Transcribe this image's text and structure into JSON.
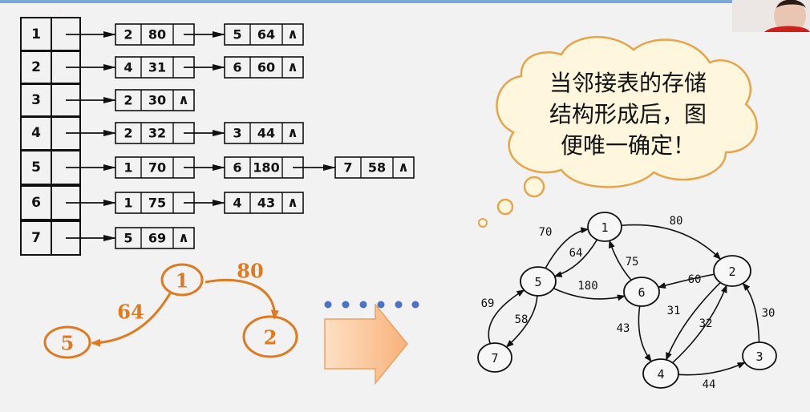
{
  "adjacency_list": {
    "rows": [
      {
        "vertex": "1",
        "nodes": [
          {
            "adj": "2",
            "weight": "80"
          },
          {
            "adj": "5",
            "weight": "64"
          }
        ]
      },
      {
        "vertex": "2",
        "nodes": [
          {
            "adj": "4",
            "weight": "31"
          },
          {
            "adj": "6",
            "weight": "60"
          }
        ]
      },
      {
        "vertex": "3",
        "nodes": [
          {
            "adj": "2",
            "weight": "30"
          }
        ]
      },
      {
        "vertex": "4",
        "nodes": [
          {
            "adj": "2",
            "weight": "32"
          },
          {
            "adj": "3",
            "weight": "44"
          }
        ]
      },
      {
        "vertex": "5",
        "nodes": [
          {
            "adj": "1",
            "weight": "70"
          },
          {
            "adj": "6",
            "weight": "180"
          },
          {
            "adj": "7",
            "weight": "58"
          }
        ]
      },
      {
        "vertex": "6",
        "nodes": [
          {
            "adj": "1",
            "weight": "75"
          },
          {
            "adj": "4",
            "weight": "43"
          }
        ]
      },
      {
        "vertex": "7",
        "nodes": [
          {
            "adj": "5",
            "weight": "69"
          }
        ]
      }
    ],
    "null_symbol": "∧"
  },
  "partial_graph": {
    "nodes": [
      "1",
      "5",
      "2"
    ],
    "edges": [
      {
        "from": "1",
        "to": "5",
        "weight": "64"
      },
      {
        "from": "1",
        "to": "2",
        "weight": "80"
      }
    ],
    "color": "#e07a20"
  },
  "thought_bubble": {
    "lines": [
      "当邻接表的存储",
      "结构形成后，图",
      "便唯一确定！"
    ]
  },
  "full_graph": {
    "nodes": [
      "1",
      "2",
      "3",
      "4",
      "5",
      "6",
      "7"
    ],
    "edges": [
      {
        "from": "5",
        "to": "1",
        "weight": "70"
      },
      {
        "from": "1",
        "to": "5",
        "weight": "64"
      },
      {
        "from": "1",
        "to": "2",
        "weight": "80"
      },
      {
        "from": "6",
        "to": "1",
        "weight": "75"
      },
      {
        "from": "2",
        "to": "6",
        "weight": "60"
      },
      {
        "from": "5",
        "to": "6",
        "weight": "180"
      },
      {
        "from": "7",
        "to": "5",
        "weight": "69"
      },
      {
        "from": "5",
        "to": "7",
        "weight": "58"
      },
      {
        "from": "2",
        "to": "4",
        "weight": "31"
      },
      {
        "from": "4",
        "to": "2",
        "weight": "32"
      },
      {
        "from": "3",
        "to": "2",
        "weight": "30"
      },
      {
        "from": "6",
        "to": "4",
        "weight": "43"
      },
      {
        "from": "4",
        "to": "3",
        "weight": "44"
      }
    ]
  },
  "colors": {
    "ink": "#111111",
    "orange": "#e07a20",
    "dots": "#4a74c4",
    "arrow_fill": "#fbc79a",
    "arrow_stroke": "#f0a060",
    "bubble_fill": "#fff6de",
    "bubble_stroke": "#e6a54a"
  }
}
